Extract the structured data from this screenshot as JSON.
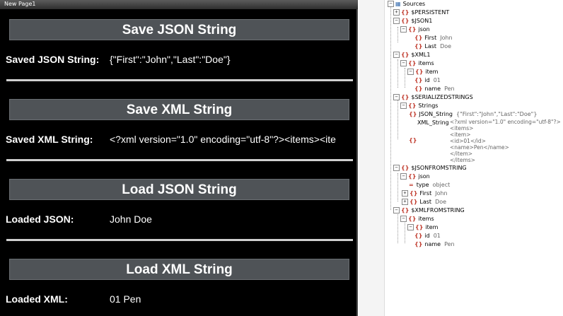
{
  "window": {
    "title": "New Page1"
  },
  "buttons": {
    "save_json": "Save JSON String",
    "save_xml": "Save XML String",
    "load_json": "Load JSON String",
    "load_xml": "Load XML String"
  },
  "rows": {
    "saved_json_label": "Saved JSON String:",
    "saved_json_value": "{\"First\":\"John\",\"Last\":\"Doe\"}",
    "saved_xml_label": "Saved XML String:",
    "saved_xml_value": "<?xml version=\"1.0\" encoding=\"utf-8\"?><items><ite",
    "loaded_json_label": "Loaded JSON:",
    "loaded_json_value": "John Doe",
    "loaded_xml_label": "Loaded XML:",
    "loaded_xml_value": "01 Pen"
  },
  "tree": {
    "root": "Sources",
    "persistent": "$PERSISTENT",
    "json1": "$JSON1",
    "json1_json": "json",
    "json1_first": "First",
    "json1_first_val": "John",
    "json1_last": "Last",
    "json1_last_val": "Doe",
    "xml1": "$XML1",
    "xml1_items": "items",
    "xml1_item": "item",
    "xml1_id": "id",
    "xml1_id_val": "01",
    "xml1_name": "name",
    "xml1_name_val": "Pen",
    "serialized": "$SERIALIZEDSTRINGS",
    "strings": "Strings",
    "json_string": "JSON_String",
    "json_string_val": "{\"First\":\"John\",\"Last\":\"Doe\"}",
    "xml_string": "XML_String",
    "xml_string_lines": [
      "<?xml version=\"1.0\" encoding=\"utf-8\"?>",
      "<items>",
      "<item>",
      "<id>01</id>",
      "<name>Pen</name>",
      "</item>",
      "</items>"
    ],
    "jsonfromstring": "$JSONFROMSTRING",
    "jfs_json": "json",
    "jfs_type": "type",
    "jfs_type_val": "object",
    "jfs_first": "First",
    "jfs_first_val": "John",
    "jfs_last": "Last",
    "jfs_last_val": "Doe",
    "xmlfromstring": "$XMLFROMSTRING",
    "xfs_items": "items",
    "xfs_item": "item",
    "xfs_id": "id",
    "xfs_id_val": "01",
    "xfs_name": "name",
    "xfs_name_val": "Pen"
  },
  "colors": {
    "accent_icon": "#c0392b",
    "button_bg": "#4f5357",
    "panel_bg": "#000000"
  }
}
